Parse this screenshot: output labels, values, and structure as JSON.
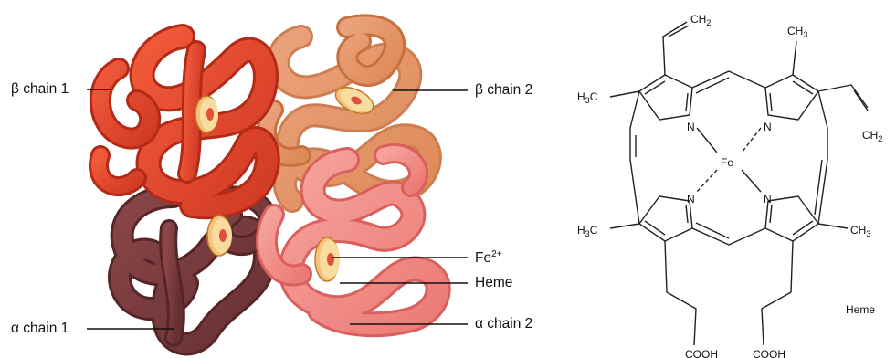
{
  "protein": {
    "labels": {
      "beta_chain_1": "β chain 1",
      "beta_chain_2": "β chain 2",
      "alpha_chain_1": "α chain 1",
      "alpha_chain_2": "α chain 2",
      "iron": "Fe",
      "iron_charge": "2+",
      "heme": "Heme"
    },
    "colors": {
      "beta_chain_1": "#e8472e",
      "beta_chain_2": "#e69a6c",
      "alpha_chain_1": "#7a3a3c",
      "alpha_chain_2": "#f08c88",
      "heme_disk": "#f7d08a",
      "iron_center": "#e0503a"
    }
  },
  "structure": {
    "vinyl_group": "CH",
    "vinyl_subscript": "2",
    "methyl_group": "CH",
    "methyl_subscript": "3",
    "methyl_left_prefix": "H",
    "methyl_left_subscript": "3",
    "methyl_left_suffix": "C",
    "nitrogen": "N",
    "iron": "Fe",
    "carboxyl": "COOH",
    "caption": "Heme"
  }
}
